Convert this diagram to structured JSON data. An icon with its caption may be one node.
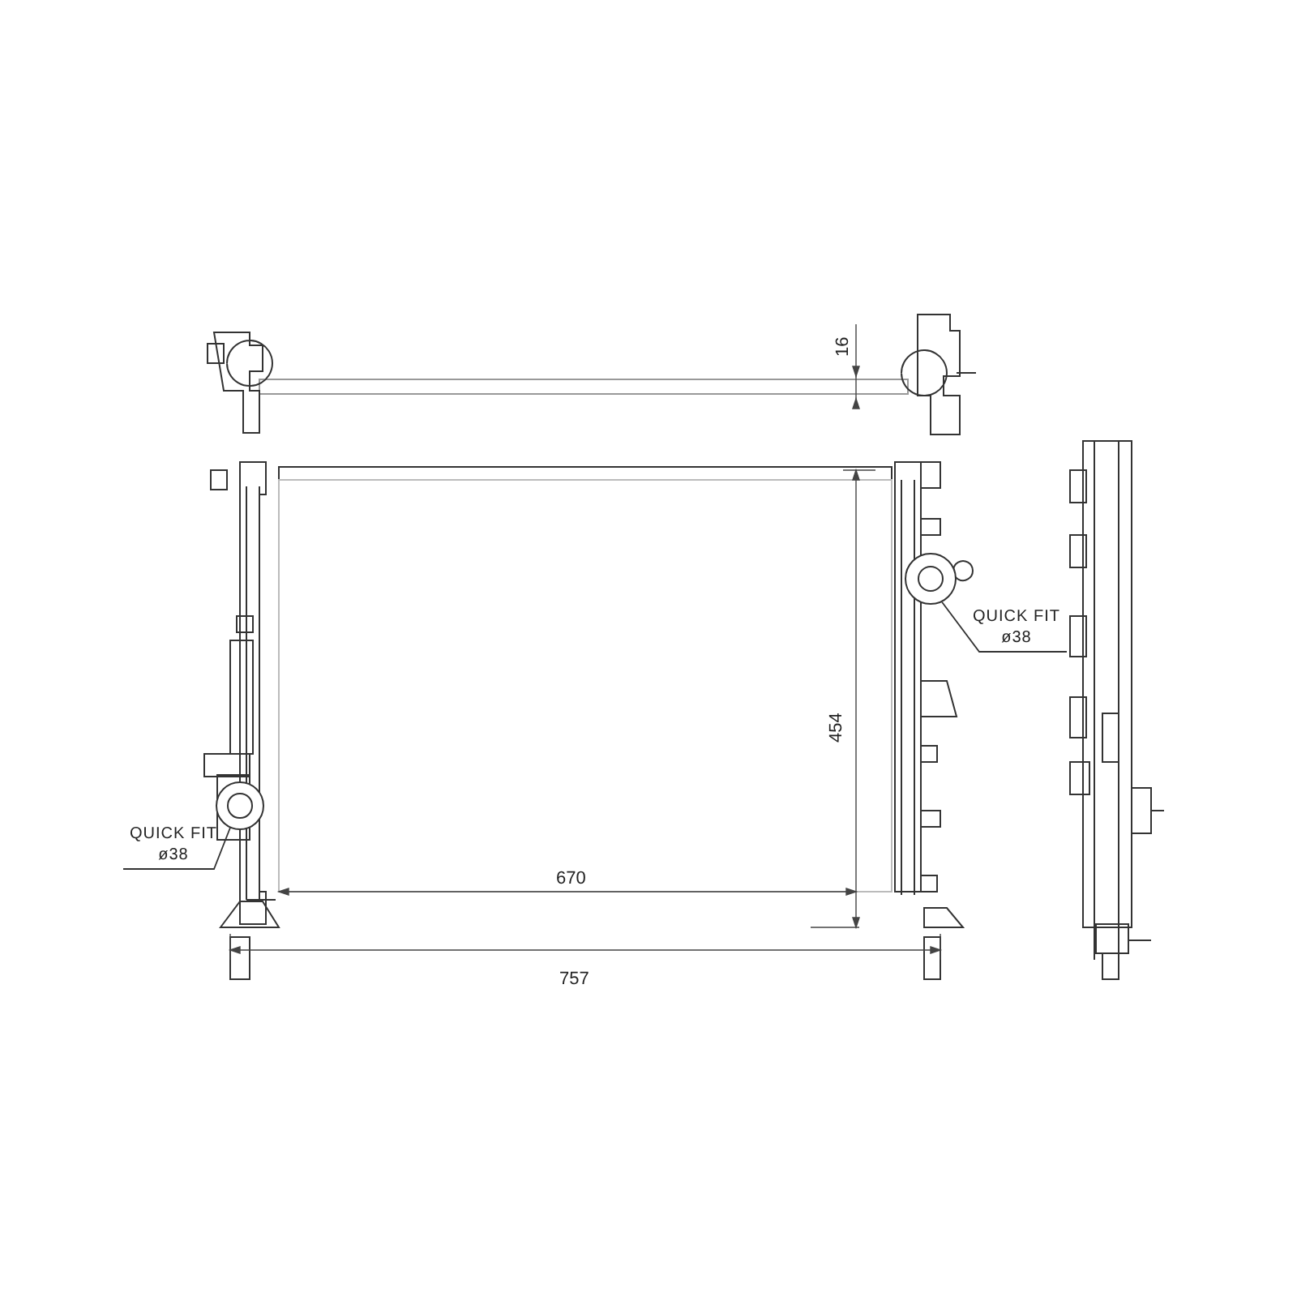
{
  "diagram": {
    "nodes": [
      {
        "text": [
          "QUICK FIT ø38"
        ]
      },
      {
        "text": [],
        "shape": "circle"
      },
      {
        "text": [
          "QUICK FIT ø38"
        ]
      },
      {
        "text": [],
        "shape": "circle"
      }
    ],
    "edges": [
      {
        "from": 2,
        "to": 3,
        "arrow": "none"
      },
      {
        "from": 0,
        "to": 1,
        "arrow": "none"
      }
    ],
    "labels": [
      "16",
      "454",
      "670",
      "757"
    ]
  }
}
